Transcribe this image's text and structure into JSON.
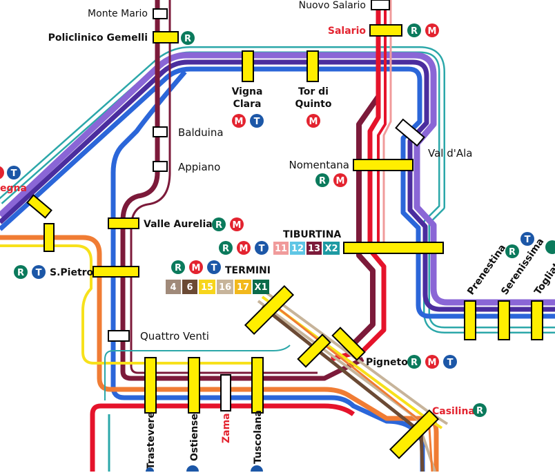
{
  "colors": {
    "line_purple": "#8a66d6",
    "line_indigo": "#4b2d9e",
    "line_blue": "#2b66d9",
    "line_teal": "#2ba7a9",
    "line_maroon": "#7c1a3a",
    "line_red": "#e5132b",
    "line_pink": "#f09b9b",
    "line_orange": "#f07c34",
    "line_yellow": "#f7e11b",
    "line_brown": "#6b4a34",
    "line_tan": "#c7b49a",
    "station_yellow": "#ffee00",
    "badge_R": "#0b7a5c",
    "badge_M": "#e3232f",
    "badge_T": "#1c57a7",
    "label_red": "#e3232f"
  },
  "stations": {
    "monte_mario": "Monte Mario",
    "policlinico_gemelli": "Policlinico Gemelli",
    "nuovo_salario": "Nuovo Salario",
    "salario": "Salario",
    "vigna_clara_1": "Vigna",
    "vigna_clara_2": "Clara",
    "tor_di_quinto_1": "Tor di",
    "tor_di_quinto_2": "Quinto",
    "balduina": "Balduina",
    "appiano": "Appiano",
    "val_dala": "Val d'Ala",
    "nomentana": "Nomentana",
    "valle_aurelia": "Valle Aurelia",
    "tiburtina": "TIBURTINA",
    "termini": "TERMINI",
    "s_pietro": "S.Pietro",
    "quattro_venti": "Quattro Venti",
    "pigneto": "Pigneto",
    "casilina": "Casilina",
    "trastevere": "Trastevere",
    "ostiense": "Ostiense",
    "zama": "Zama",
    "tuscolana": "Tuscolana",
    "prenestina": "Prenestina",
    "serenissima": "Serenissima",
    "togliatti": "Togliat",
    "partial_left": "egna"
  },
  "badges": {
    "R": "R",
    "M": "M",
    "T": "T"
  },
  "line_tags": {
    "tiburtina": [
      "11",
      "12",
      "13",
      "X2"
    ],
    "termini": [
      "4",
      "6",
      "15",
      "16",
      "17",
      "X1"
    ]
  }
}
